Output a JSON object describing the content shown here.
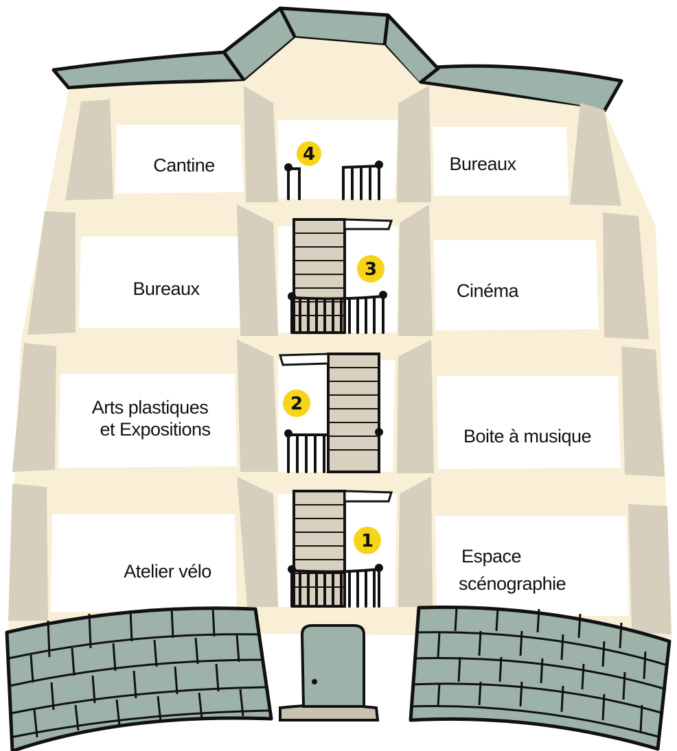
{
  "colors": {
    "outline": "#111111",
    "roof": "#9db3aa",
    "wall": "#f8efd6",
    "pillar": "#d6cfbd",
    "room": "#ffffff",
    "stair": "#d8d1bf",
    "badge": "#f7d417",
    "door": "#9db3aa",
    "step": "#c9c2af"
  },
  "icons": {
    "door": "door-icon",
    "stairs": "staircase-icon",
    "railing": "balcony-railing-icon"
  },
  "floors": [
    {
      "number": "4",
      "left_room": "Cantine",
      "right_room": "Bureaux"
    },
    {
      "number": "3",
      "left_room": "Bureaux",
      "right_room": "Cinéma"
    },
    {
      "number": "2",
      "left_room": [
        "Arts plastiques",
        "et Expositions"
      ],
      "right_room": "Boite à musique"
    },
    {
      "number": "1",
      "left_room": "Atelier vélo",
      "right_room": [
        "Espace",
        "scénographie"
      ]
    }
  ]
}
